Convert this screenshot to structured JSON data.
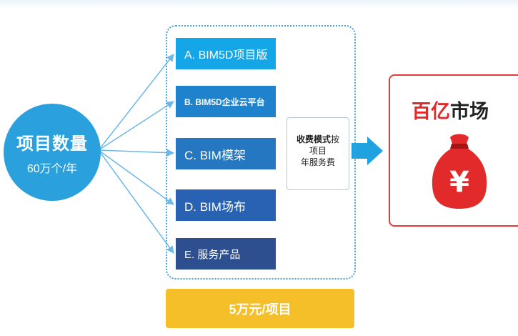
{
  "source": {
    "title": "项目数量",
    "subtitle": "60万个/年"
  },
  "products": [
    {
      "label": "A. BIM5D项目版"
    },
    {
      "label": "B. BIM5D企业云平台"
    },
    {
      "label": "C. BIM模架"
    },
    {
      "label": "D. BIM场布"
    },
    {
      "label": "E. 服务产品"
    }
  ],
  "fee_model": {
    "line1_bold": "收费模式",
    "line1_rest": "按",
    "line2": "项目",
    "line3": "年服务费"
  },
  "market": {
    "title_red": "百亿",
    "title_rest": "市场",
    "bag_symbol": "¥"
  },
  "price": {
    "label": "5万元/项目"
  },
  "icons": {
    "bag": "money-bag-icon"
  },
  "colors": {
    "circle": "#2aa0dc",
    "frame": "#3fa2d8",
    "market_border": "#e63b3b",
    "price_bar": "#f5bf2a",
    "arrow": "#6cb8e6"
  }
}
